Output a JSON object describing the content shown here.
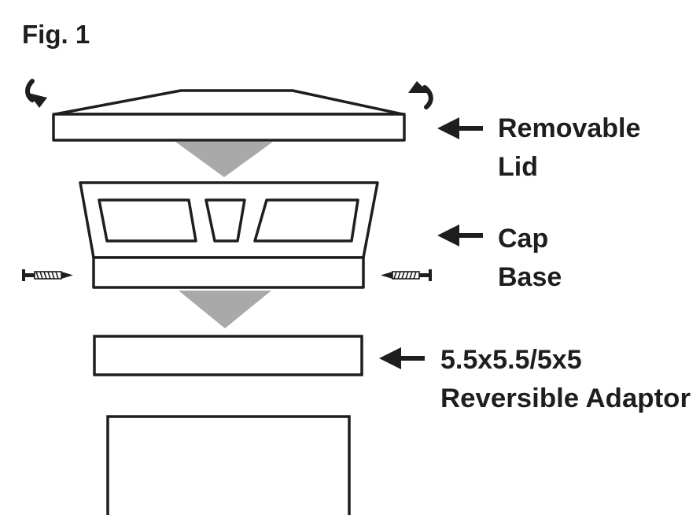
{
  "figure": {
    "title": "Fig. 1"
  },
  "callouts": {
    "lid": {
      "line1": "Removable",
      "line2": "Lid"
    },
    "cap_base": {
      "line1": "Cap",
      "line2": "Base"
    },
    "adaptor": {
      "line1": "5.5x5.5/5x5",
      "line2": "Reversible Adaptor"
    }
  },
  "colors": {
    "outline": "#1e1e1e",
    "assembly_arrow": "#a9a9a9",
    "background": "#ffffff"
  },
  "icons": [
    "rotate-left-arrow-icon",
    "rotate-right-arrow-icon",
    "screw-left-icon",
    "screw-right-icon",
    "pointer-arrow-icon",
    "down-arrow-icon"
  ]
}
